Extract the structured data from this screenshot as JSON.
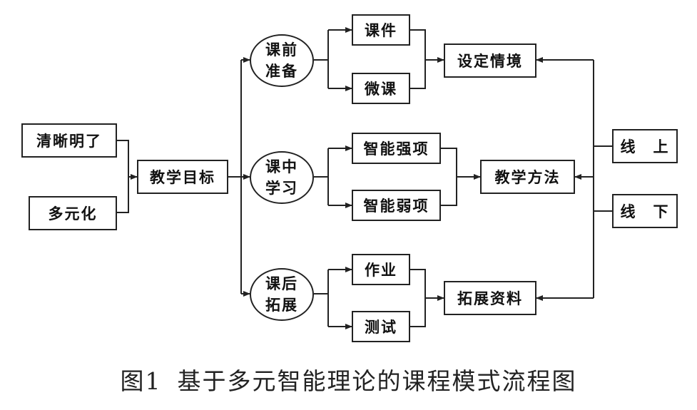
{
  "nodes": {
    "qingxi": "清晰明了",
    "duoyuanhua": "多元化",
    "jiaoxue_mubiao": "教学目标",
    "kq_line1": "课前",
    "kq_line2": "准备",
    "kz_line1": "课中",
    "kz_line2": "学习",
    "kh_line1": "课后",
    "kh_line2": "拓展",
    "kejian": "课件",
    "weike": "微课",
    "zhineng_qiang": "智能强项",
    "zhineng_ruo": "智能弱项",
    "zuoye": "作业",
    "ceshi": "测试",
    "sheding_qingjing": "设定情境",
    "jiaoxue_fangfa": "教学方法",
    "tuozhan_ziliao": "拓展资料",
    "xianshang": "线　上",
    "xianxia": "线　下"
  },
  "caption": {
    "figure_label": "图1",
    "title": "基于多元智能理论的课程模式流程图"
  }
}
